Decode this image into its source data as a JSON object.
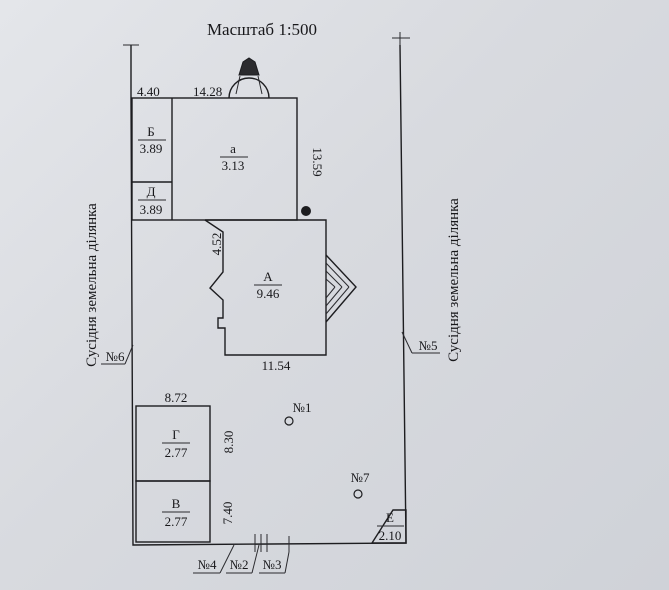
{
  "scale_title": "Масштаб 1:500",
  "neighbors": {
    "left": "Сусідня земельна ділянка",
    "right": "Сусідня земельна ділянка"
  },
  "dimensions": {
    "top_left": "4.40",
    "top_main": "14.28",
    "a_side": "13.59",
    "A_inner": "4.52",
    "A_bottom": "11.54",
    "G_top": "8.72",
    "G_side": "8.30",
    "V_side": "7.40"
  },
  "buildings": {
    "B": {
      "letter": "Б",
      "area": "3.89"
    },
    "a": {
      "letter": "а",
      "area": "3.13"
    },
    "D": {
      "letter": "Д",
      "area": "3.89"
    },
    "A": {
      "letter": "А",
      "area": "9.46"
    },
    "G": {
      "letter": "Г",
      "area": "2.77"
    },
    "V": {
      "letter": "В",
      "area": "2.77"
    },
    "E": {
      "letter": "Е",
      "area": "2.10"
    }
  },
  "points": {
    "p1": "№1",
    "p2": "№2",
    "p3": "№3",
    "p4": "№4",
    "p5": "№5",
    "p6": "№6",
    "p7": "№7"
  },
  "colors": {
    "paper": "#dcdee2",
    "ink": "#1d1d20"
  }
}
